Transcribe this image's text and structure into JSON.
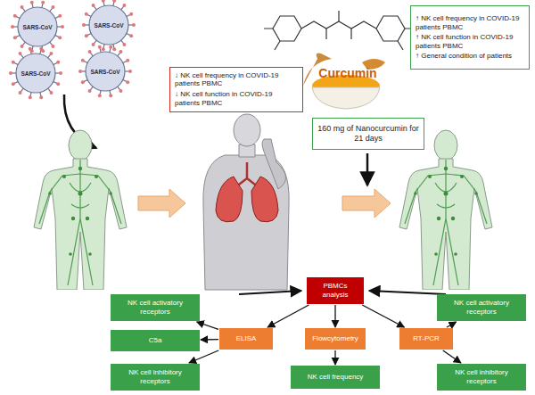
{
  "diagram": {
    "nodes": [
      {
        "text": [
          "↓ NK cell frequency in COVID-19 patients PBMC",
          "↓ NK cell function in COVID-19 patients PBMC"
        ]
      },
      {
        "text": [
          "160 mg of Nanocurcumin for 21 days"
        ]
      },
      {
        "text": [
          "↑ NK cell frequency in COVID-19 patients PBMC",
          "↑ NK cell function in COVID-19 patients PBMC",
          "↑ General condition of patients"
        ]
      },
      {
        "text": [
          "PBMCs analysis"
        ]
      },
      {
        "text": [
          "ELISA"
        ]
      },
      {
        "text": [
          "Flowcytometry"
        ]
      },
      {
        "text": [
          "RT-PCR"
        ]
      },
      {
        "text": [
          "NK cell activatory receptors"
        ]
      },
      {
        "text": [
          "C5a"
        ]
      },
      {
        "text": [
          "NK cell inhibitory receptors"
        ]
      },
      {
        "text": [
          "NK cell frequency"
        ]
      },
      {
        "text": [
          "NK cell activatory receptors"
        ]
      },
      {
        "text": [
          "NK cell inhibitory receptors"
        ]
      }
    ],
    "edges": [
      {
        "from": 3,
        "to": 4,
        "arrow": "to"
      },
      {
        "from": 3,
        "to": 5,
        "arrow": "to"
      },
      {
        "from": 3,
        "to": 6,
        "arrow": "to"
      },
      {
        "from": 4,
        "to": 7,
        "arrow": "to"
      },
      {
        "from": 4,
        "to": 8,
        "arrow": "to"
      },
      {
        "from": 4,
        "to": 9,
        "arrow": "to"
      },
      {
        "from": 5,
        "to": 10,
        "arrow": "to"
      },
      {
        "from": 6,
        "to": 11,
        "arrow": "to"
      },
      {
        "from": 6,
        "to": 12,
        "arrow": "to"
      }
    ],
    "labels": [
      "SARS-CoV",
      "SARS-CoV",
      "SARS-CoV",
      "SARS-CoV",
      "Curcumin"
    ]
  }
}
